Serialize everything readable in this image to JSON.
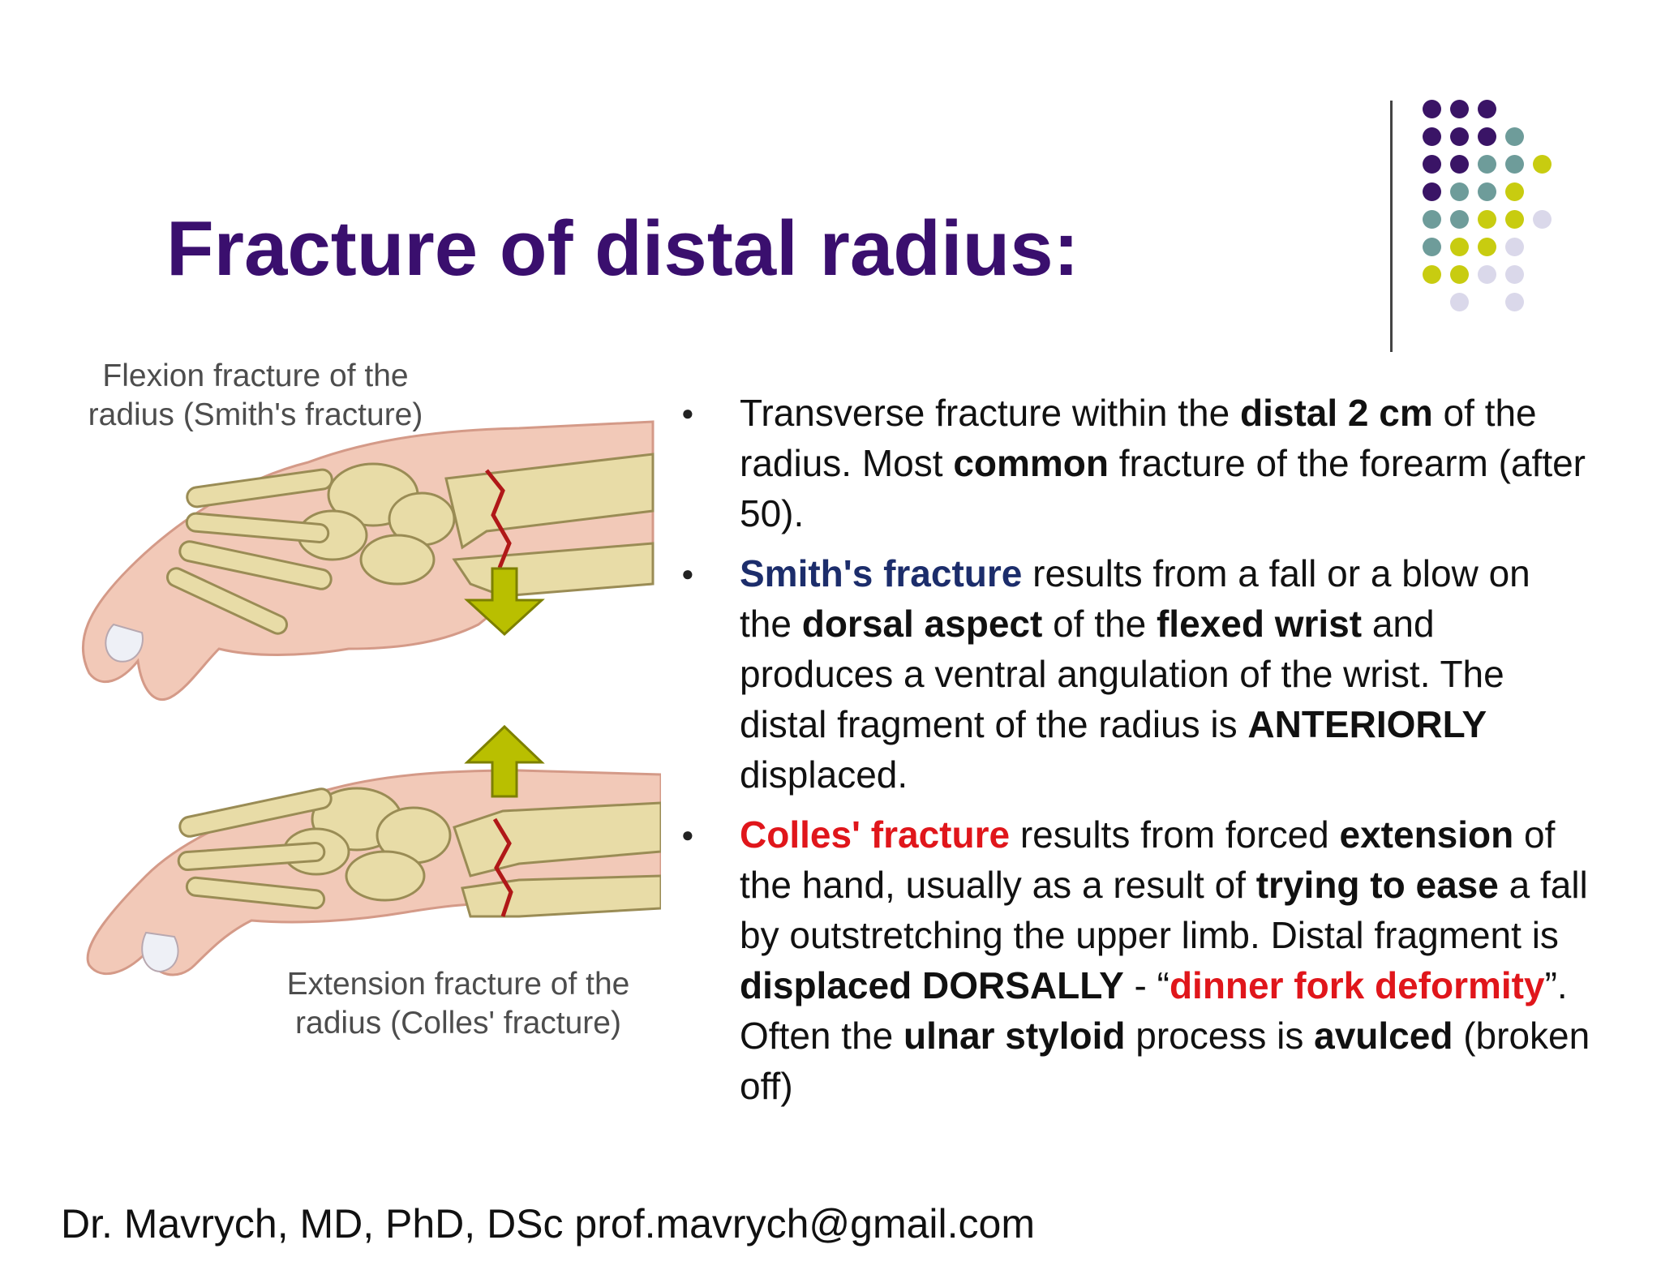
{
  "slide": {
    "title": "Fracture of distal radius:",
    "footer": "Dr. Mavrych, MD, PhD, DSc  prof.mavrych@gmail.com"
  },
  "colors": {
    "title": "#3a0f6e",
    "purple": "#3a1466",
    "teal": "#6e9c9a",
    "olive": "#c8cc10",
    "lavender": "#dad8ea",
    "arrow": "#b9bf00",
    "smith_text": "#1c2d6b",
    "colles_text": "#e0161b"
  },
  "figure": {
    "caption_top": [
      "Flexion fracture of the",
      "radius (Smith's fracture)"
    ],
    "caption_bottom": [
      "Extension fracture of the",
      "radius (Colles' fracture)"
    ]
  },
  "bullets": {
    "b1": {
      "t1": "Transverse fracture within the ",
      "b1": "distal 2 cm",
      "t2": " of the radius. Most ",
      "b2": "common",
      "t3": " fracture of the forearm (after 50)."
    },
    "b2": {
      "lead": "Smith's fracture",
      "t1": " results from a fall or a blow on the ",
      "b1": "dorsal aspect",
      "t2": " of the ",
      "b2": "flexed wrist",
      "t3": " and produces a ventral angulation of the wrist. The distal fragment of the radius is ",
      "b3": "ANTERIORLY",
      "t4": " displaced."
    },
    "b3": {
      "lead": "Colles' fracture",
      "t1": " results from forced ",
      "b1": "extension",
      "t2": " of the hand, usually as a result of ",
      "b2": "trying to ease",
      "t3": " a fall by outstretching the upper limb. Distal fragment is ",
      "b3": "displaced DORSALLY",
      "t4": " - “",
      "r1": "dinner fork deformity",
      "t5": "”. Often the ",
      "b4": "ulnar styloid",
      "t6": " process is ",
      "b5": "avulced",
      "t7": " (broken off)"
    }
  }
}
